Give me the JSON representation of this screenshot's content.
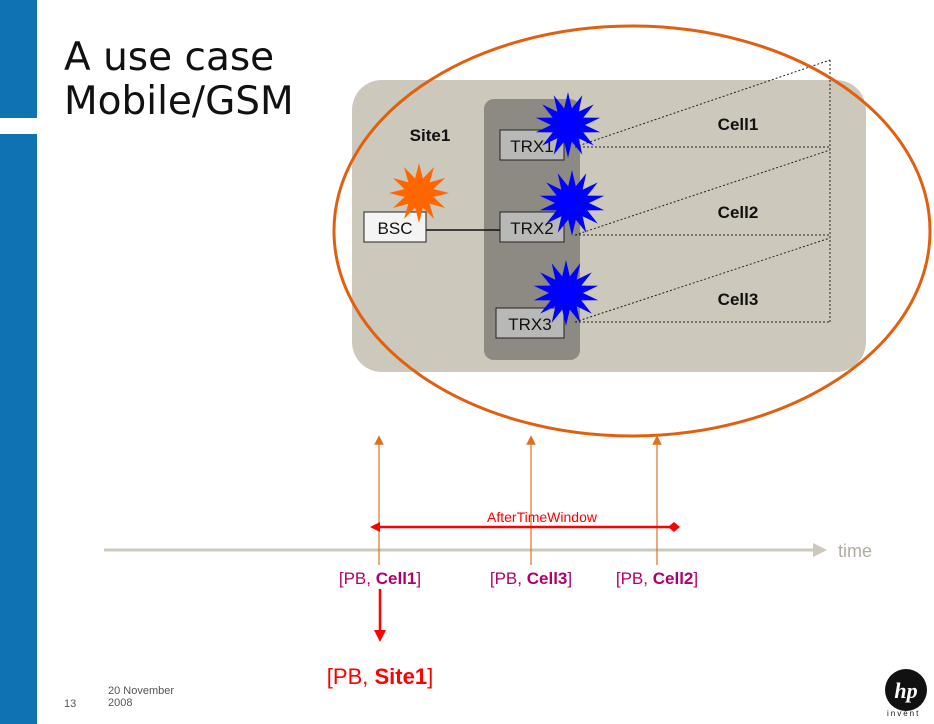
{
  "slide": {
    "title_line1": "A use case",
    "title_line2": "Mobile/GSM",
    "footer_date": "20 November 2008",
    "page_number": "13",
    "logo_text": "invent",
    "logo_mark": "hp"
  },
  "diagram": {
    "site_label": "Site1",
    "bsc_label": "BSC",
    "trx_labels": [
      "TRX1",
      "TRX2",
      "TRX3"
    ],
    "cell_labels": [
      "Cell1",
      "Cell2",
      "Cell3"
    ]
  },
  "timeline": {
    "axis_label": "time",
    "window_label": "AfterTimeWindow",
    "events": [
      {
        "prefix": "[PB, ",
        "entity": "Cell1",
        "suffix": "]"
      },
      {
        "prefix": "[PB, ",
        "entity": "Cell3",
        "suffix": "]"
      },
      {
        "prefix": "[PB, ",
        "entity": "Cell2",
        "suffix": "]"
      }
    ],
    "result": {
      "prefix": "[PB, ",
      "entity": "Site1",
      "suffix": "]"
    }
  },
  "colors": {
    "brand_blue": "#0f73b3",
    "alarm_orange": "#ff6600",
    "alarm_blue": "#0000ff",
    "ellipse_orange": "#e06010",
    "event_orange": "#e07020",
    "window_red": "#ff0000",
    "event_magenta": "#b0006e"
  }
}
